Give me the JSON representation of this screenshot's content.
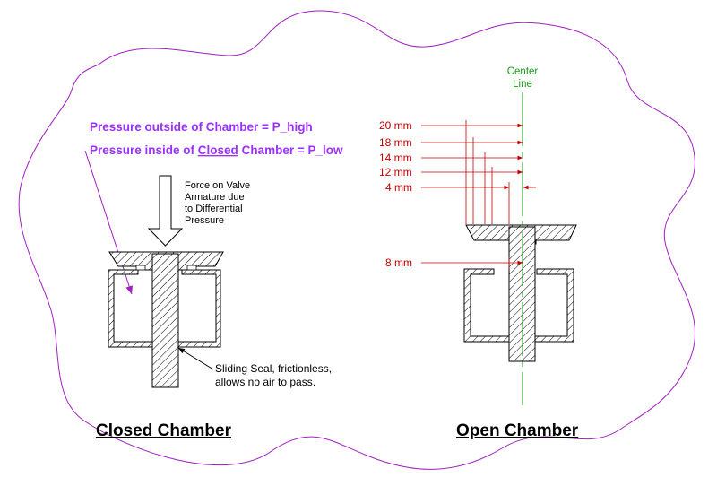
{
  "pressure": {
    "outside": "Pressure outside of Chamber = P_high",
    "inside_pre": "Pressure inside of ",
    "inside_closed": "Closed",
    "inside_post": " Chamber = P_low"
  },
  "force_note": [
    "Force on Valve",
    "Armature due",
    "to Differential",
    "Pressure"
  ],
  "seal_note": [
    "Sliding Seal, frictionless,",
    "allows no air to pass."
  ],
  "center_line": [
    "Center",
    "Line"
  ],
  "dimensions": [
    "20 mm",
    "18 mm",
    "14 mm",
    "12 mm",
    "4 mm",
    "8 mm"
  ],
  "titles": {
    "closed": "Closed Chamber",
    "open": "Open Chamber"
  },
  "colors": {
    "outline": "#a020c0",
    "pressure_text": "#9b30ff",
    "dimension": "#c00000",
    "center_line": "#1a9a1a"
  }
}
